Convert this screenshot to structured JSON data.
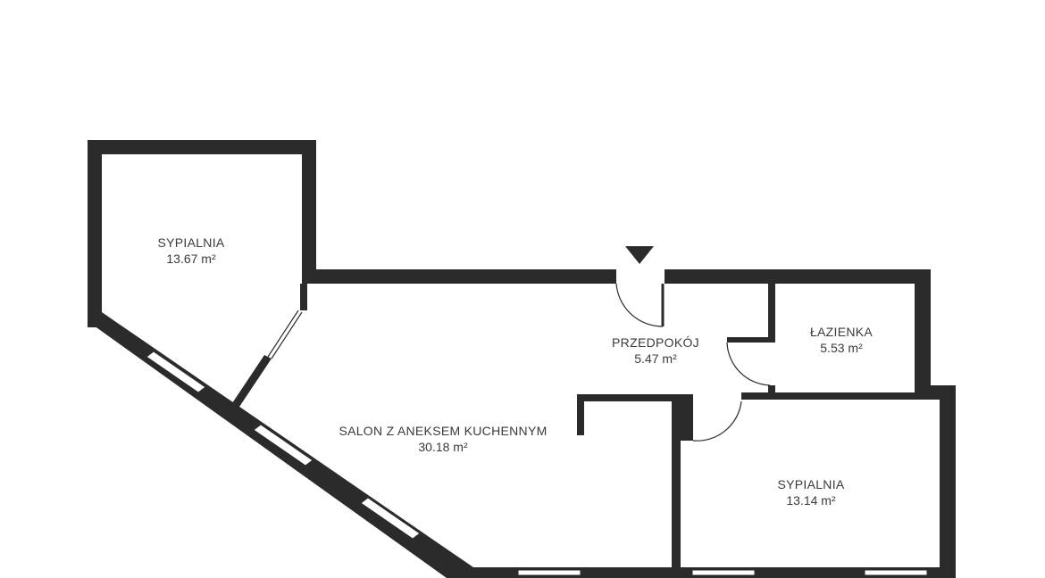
{
  "floorplan": {
    "colors": {
      "wall": "#2b2b2b",
      "window": "#ffffff",
      "door_line": "#2b2b2b",
      "background": "#ffffff"
    },
    "rooms": [
      {
        "name": "SYPIALNIA",
        "area": "13.67 m²"
      },
      {
        "name": "PRZEDPOKÓJ",
        "area": "5.47 m²"
      },
      {
        "name": "ŁAZIENKA",
        "area": "5.53 m²"
      },
      {
        "name": "SALON Z ANEKSEM KUCHENNYM",
        "area": "30.18 m²"
      },
      {
        "name": "SYPIALNIA",
        "area": "13.14 m²"
      }
    ],
    "entrance_icon": "entrance-arrow-icon"
  }
}
